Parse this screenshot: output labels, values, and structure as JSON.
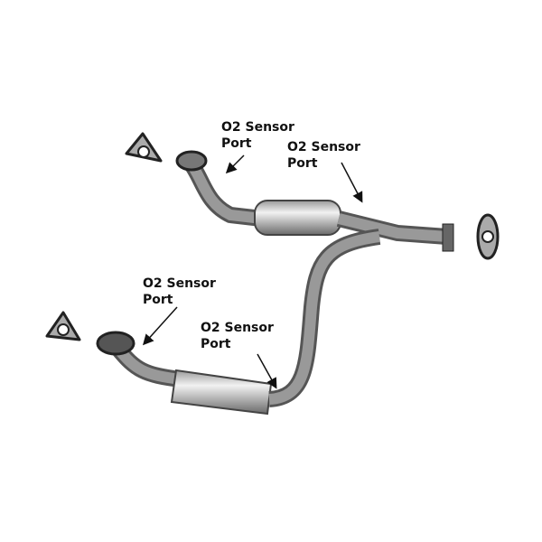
{
  "callouts": [
    {
      "line1": "O2 Sensor",
      "line2": "Port"
    },
    {
      "line1": "O2 Sensor",
      "line2": "Port"
    },
    {
      "line1": "O2 Sensor",
      "line2": "Port"
    },
    {
      "line1": "O2 Sensor",
      "line2": "Port"
    }
  ],
  "colors": {
    "pipe": "#8a8a8a",
    "pipe_dark": "#4a4a4a",
    "converter": "#c8c8c8",
    "text": "#111111"
  }
}
